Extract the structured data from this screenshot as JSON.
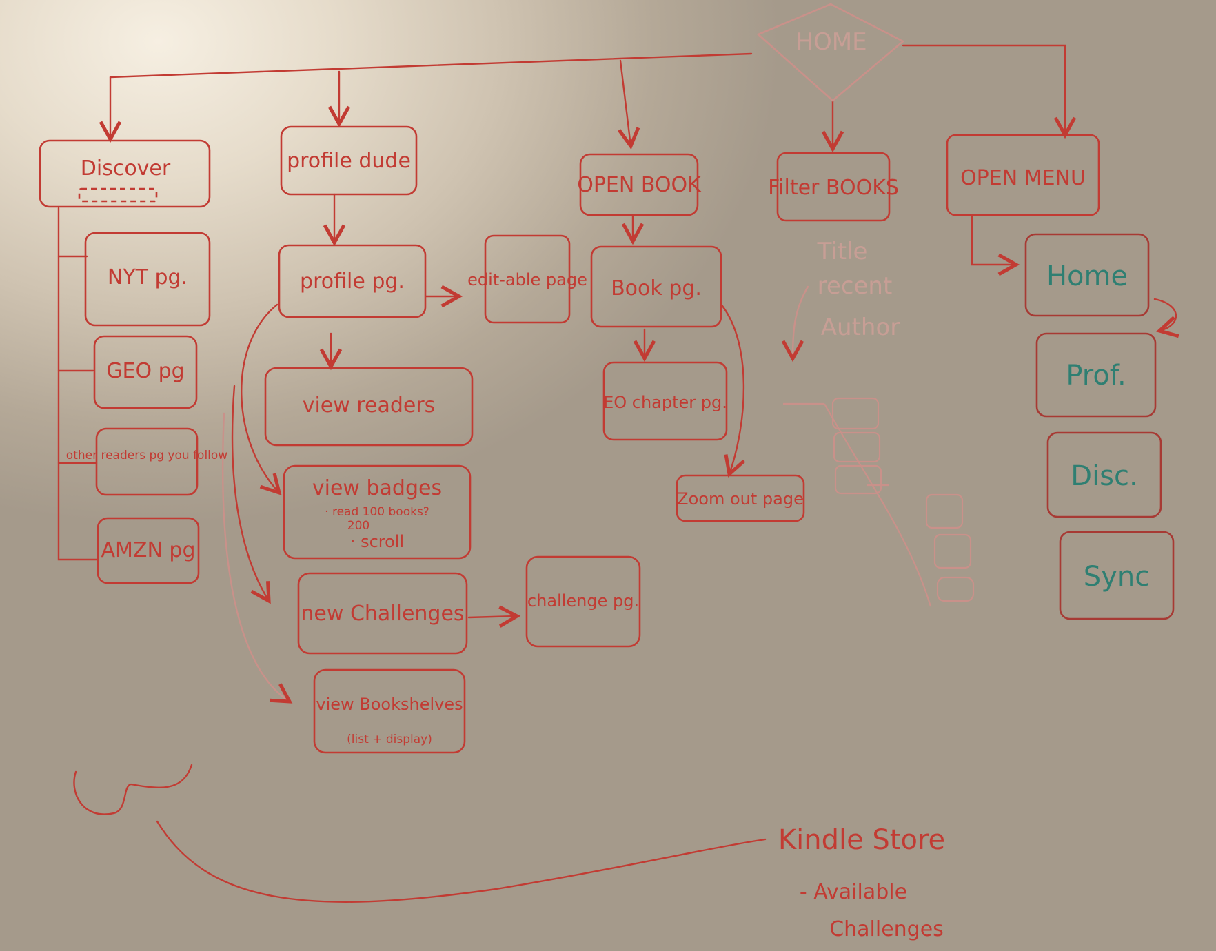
{
  "diagram": {
    "home": "HOME",
    "discover": {
      "label": "Discover"
    },
    "discover_items": [
      "NYT pg.",
      "GEO pg",
      "other readers pg you follow",
      "AMZN pg"
    ],
    "profile": {
      "label": "profile dude"
    },
    "profile_page": "profile pg.",
    "editable_page": "edit-able page",
    "view_readers": "view readers",
    "view_badges": {
      "label": "view badges",
      "notes": [
        "· read 100 books?",
        "200",
        "· scroll"
      ]
    },
    "new_challenges": "new Challenges",
    "challenge_page": "challenge pg.",
    "view_bookshelves": {
      "label": "view Bookshelves",
      "note": "(list + display)"
    },
    "open_book": "OPEN BOOK",
    "book_page": "Book pg.",
    "eo_chapter": "EO chapter pg.",
    "zoom_out": "Zoom out page",
    "filter_books": "Filter BOOKS",
    "filter_options": [
      "Title",
      "recent",
      "Author"
    ],
    "open_menu": "OPEN MENU",
    "menu_items": [
      "Home",
      "Prof.",
      "Disc.",
      "Sync"
    ],
    "kindle_store": "Kindle Store",
    "kindle_notes": [
      "- Available",
      "Challenges"
    ]
  },
  "colors": {
    "marker_red": "#c23b33",
    "marker_teal": "#2f7f72",
    "faint_marker": "#c9918a"
  }
}
